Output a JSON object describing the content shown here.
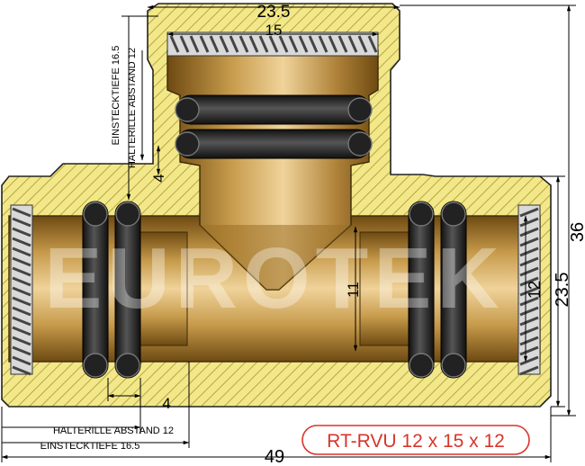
{
  "dimensions": {
    "top_outer_width": "23.5",
    "top_inner_width": "15",
    "total_height": "36",
    "body_height": "23.5",
    "right_inner_diameter": "12",
    "center_bore": "11",
    "total_length": "49",
    "groove_left": "4",
    "groove_top": "4"
  },
  "labels": {
    "insertion_depth_top": "EINSTECKTIEFE 16.5",
    "retaining_groove_top": "HALTERILLE ABSTAND 12",
    "retaining_groove_bottom": "HALTERILLE ABSTAND 12",
    "insertion_depth_bottom": "EINSTECKTIEFE 16.5"
  },
  "model": {
    "name": "RT-RVU 12 x 15 x 12",
    "border_color": "#d9342b"
  },
  "watermark": "EUROTEK",
  "colors": {
    "hatch_fill": "#f2e88a",
    "hatch_line": "#b8a640",
    "brass_light": "#e0b96a",
    "brass_dark": "#7a5418",
    "oring": "#2a2a2a",
    "steel": "#c8c8c8"
  }
}
